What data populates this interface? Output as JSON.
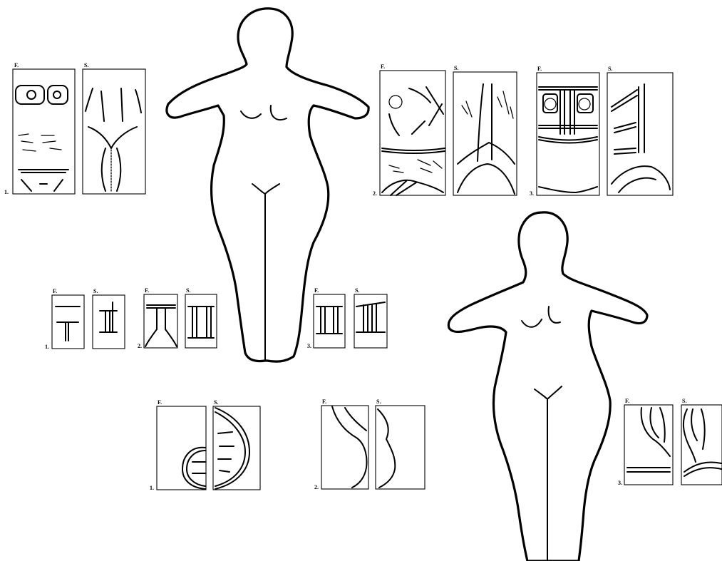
{
  "figure_letters": {
    "front": "F.",
    "side": "S."
  },
  "groups": {
    "top_left": {
      "number": "1."
    },
    "top_mid": {
      "number": "2."
    },
    "top_right": {
      "number": "3."
    },
    "mid_a": {
      "number": "1."
    },
    "mid_b": {
      "number": "2."
    },
    "mid_c": {
      "number": "3."
    },
    "bottom_a": {
      "number": "1."
    },
    "bottom_b": {
      "number": "2."
    },
    "bottom_c": {
      "number": "3."
    }
  },
  "colors": {
    "ink": "#000000",
    "paper": "#ffffff"
  },
  "icons": [
    "figurine-silhouette",
    "detail-panel"
  ]
}
